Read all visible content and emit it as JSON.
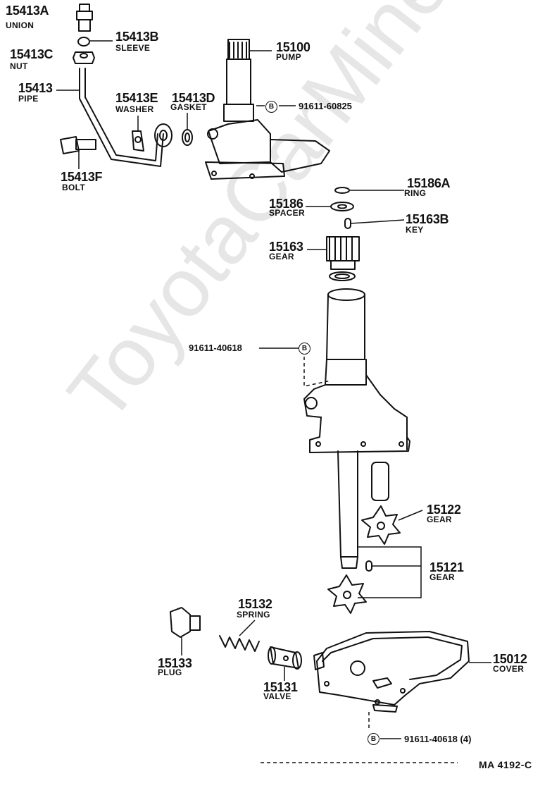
{
  "watermark": "ToyotaCarMine.ru",
  "diagram_code": "MA 4192-C",
  "bolt_marker": "B",
  "parts": [
    {
      "num": "15413A",
      "name": "UNION"
    },
    {
      "num": "15413B",
      "name": "SLEEVE"
    },
    {
      "num": "15413C",
      "name": "NUT"
    },
    {
      "num": "15413",
      "name": "PIPE"
    },
    {
      "num": "15413E",
      "name": "WASHER"
    },
    {
      "num": "15413D",
      "name": "GASKET"
    },
    {
      "num": "15100",
      "name": "PUMP"
    },
    {
      "num": "15413F",
      "name": "BOLT"
    },
    {
      "num": "15186A",
      "name": "RING"
    },
    {
      "num": "15186",
      "name": "SPACER"
    },
    {
      "num": "15163B",
      "name": "KEY"
    },
    {
      "num": "15163",
      "name": "GEAR"
    },
    {
      "num": "15122",
      "name": "GEAR"
    },
    {
      "num": "15121",
      "name": "GEAR"
    },
    {
      "num": "15132",
      "name": "SPRING"
    },
    {
      "num": "15133",
      "name": "PLUG"
    },
    {
      "num": "15131",
      "name": "VALVE"
    },
    {
      "num": "15012",
      "name": "COVER"
    }
  ],
  "bolt_refs": [
    "91611-60825",
    "91611-40618",
    "91611-40618 (4)"
  ]
}
